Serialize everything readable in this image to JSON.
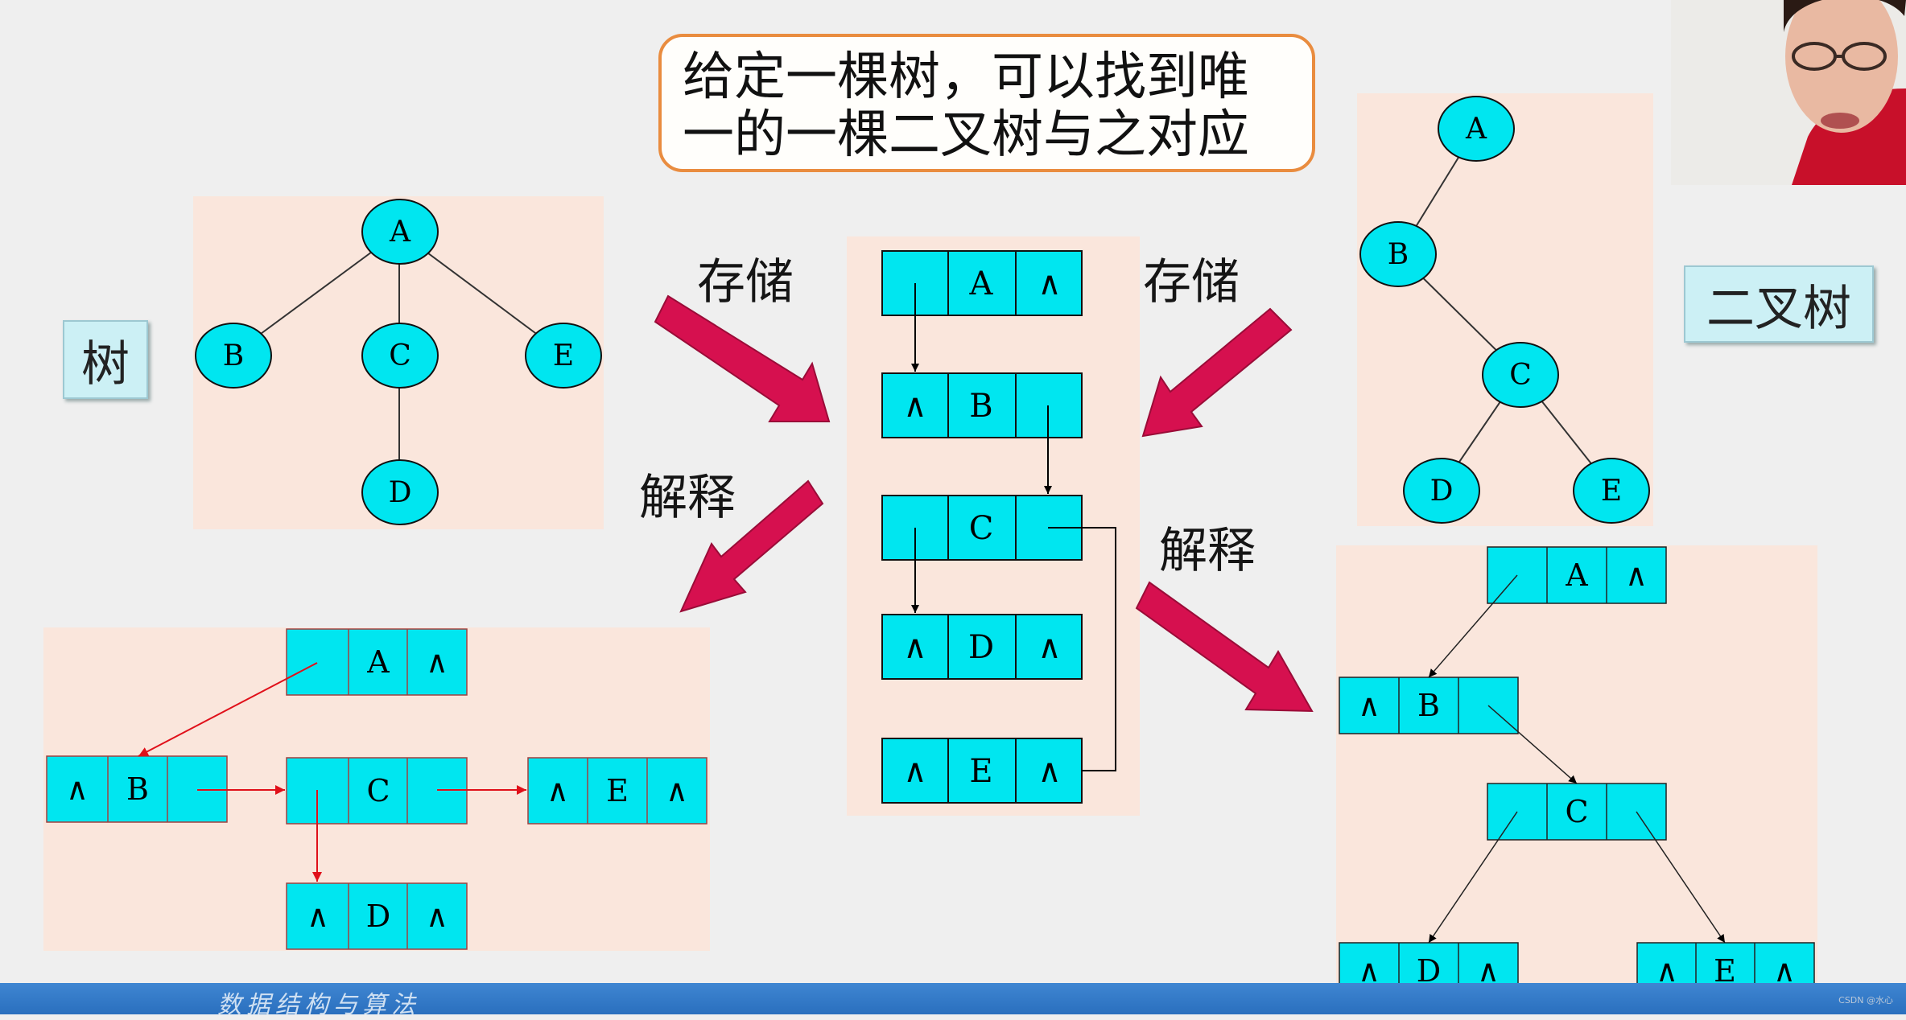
{
  "callout": {
    "line1": "给定一棵树，可以找到唯",
    "line2": "一的一棵二叉树与之对应"
  },
  "labels": {
    "tree": "树",
    "binary_tree": "二叉树"
  },
  "captions": {
    "store_left": "存储",
    "store_right": "存储",
    "explain_left": "解释",
    "explain_right": "解释"
  },
  "symbols": {
    "null": "∧"
  },
  "tree": {
    "nodes": [
      "A",
      "B",
      "C",
      "D",
      "E"
    ]
  },
  "storage": {
    "rows": [
      [
        "",
        "A",
        "∧"
      ],
      [
        "∧",
        "B",
        ""
      ],
      [
        "",
        "C",
        ""
      ],
      [
        "∧",
        "D",
        "∧"
      ],
      [
        "∧",
        "E",
        "∧"
      ]
    ]
  },
  "binary_tree": {
    "nodes": [
      "A",
      "B",
      "C",
      "D",
      "E"
    ]
  },
  "explained_tree": {
    "nodes": [
      [
        "",
        "A",
        "∧"
      ],
      [
        "∧",
        "B",
        ""
      ],
      [
        "",
        "C",
        ""
      ],
      [
        "∧",
        "E",
        "∧"
      ],
      [
        "∧",
        "D",
        "∧"
      ]
    ]
  },
  "explained_binary": {
    "nodes": [
      [
        "",
        "A",
        "∧"
      ],
      [
        "∧",
        "B",
        ""
      ],
      [
        "",
        "C",
        ""
      ],
      [
        "∧",
        "D",
        "∧"
      ],
      [
        "∧",
        "E",
        "∧"
      ]
    ]
  },
  "watermark": "CSDN @水心",
  "bottom_bar_text": "数据结构与算法"
}
